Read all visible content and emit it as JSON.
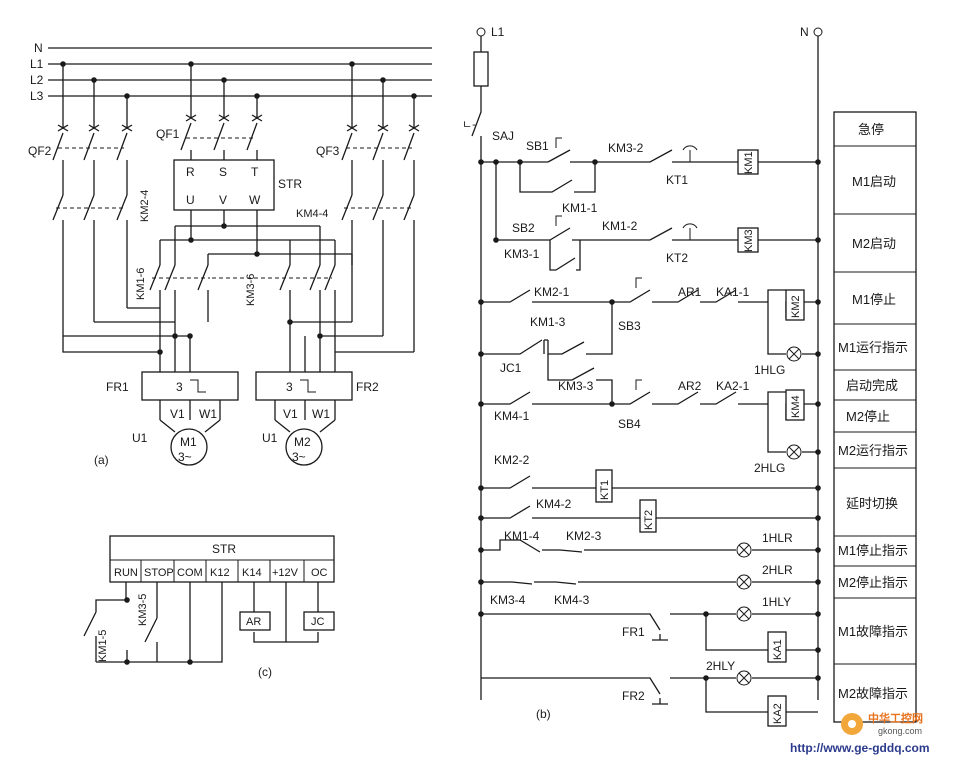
{
  "diagram_a": {
    "caption": "(a)",
    "buses": [
      "N",
      "L1",
      "L2",
      "L3"
    ],
    "breakers": [
      "QF2",
      "QF1",
      "QF3"
    ],
    "contacts": [
      "KM2-4",
      "KM4-4",
      "KM1-6",
      "KM3-6"
    ],
    "str_box": {
      "label": "STR",
      "inputs": [
        "R",
        "S",
        "T"
      ],
      "outputs": [
        "U",
        "V",
        "W"
      ]
    },
    "overloads": [
      "FR1",
      "FR2"
    ],
    "overload_digit": "3",
    "motors": [
      {
        "name": "M1",
        "phase": "3~",
        "terminals": [
          "U1",
          "V1",
          "W1"
        ]
      },
      {
        "name": "M2",
        "phase": "3~",
        "terminals": [
          "U1",
          "V1",
          "W1"
        ]
      }
    ]
  },
  "diagram_c": {
    "caption": "(c)",
    "title": "STR",
    "terminals": [
      "RUN",
      "STOP",
      "COM",
      "K12",
      "K14",
      "+12V",
      "OC"
    ],
    "relays": [
      "AR",
      "JC"
    ],
    "contacts": [
      "KM1-5",
      "KM3-5"
    ]
  },
  "diagram_b": {
    "caption": "(b)",
    "supply_left": "L1",
    "supply_right": "N",
    "labels": {
      "saj": "SAJ",
      "sb1": "SB1",
      "sb2": "SB2",
      "sb3": "SB3",
      "sb4": "SB4",
      "km3_2": "KM3-2",
      "km1_1": "KM1-1",
      "km1_2": "KM1-2",
      "km3_1": "KM3-1",
      "km2_1": "KM2-1",
      "km1_3": "KM1-3",
      "km3_3": "KM3-3",
      "km4_1": "KM4-1",
      "km2_2": "KM2-2",
      "km4_2": "KM4-2",
      "km1_4": "KM1-4",
      "km2_3": "KM2-3",
      "km3_4": "KM3-4",
      "km4_3": "KM4-3",
      "kt1": "KT1",
      "kt2": "KT2",
      "ar1": "AR1",
      "ar2": "AR2",
      "ka1_1": "KA1-1",
      "ka2_1": "KA2-1",
      "jc1": "JC1",
      "fr1": "FR1",
      "fr2": "FR2",
      "hl1": "1HLG",
      "hl2": "2HLG",
      "hr1": "1HLR",
      "hr2": "2HLR",
      "hy1": "1HLY",
      "hy2": "2HLY",
      "coil_km1": "KM1",
      "coil_km3": "KM3",
      "coil_km2": "KM2",
      "coil_km4": "KM4",
      "coil_kt1": "KT1",
      "coil_kt2": "KT2",
      "coil_ka1": "KA1",
      "coil_ka2": "KA2"
    },
    "function_table": [
      "急停",
      "M1启动",
      "M2启动",
      "M1停止",
      "M1运行指示",
      "启动完成",
      "M2停止",
      "M2运行指示",
      "延时切换",
      "M1停止指示",
      "M2停止指示",
      "M1故障指示",
      "M2故障指示"
    ]
  },
  "watermark": {
    "brand": "中华工控网",
    "domain": "gkong.com",
    "url": "http://www.ge-gddq.com"
  }
}
